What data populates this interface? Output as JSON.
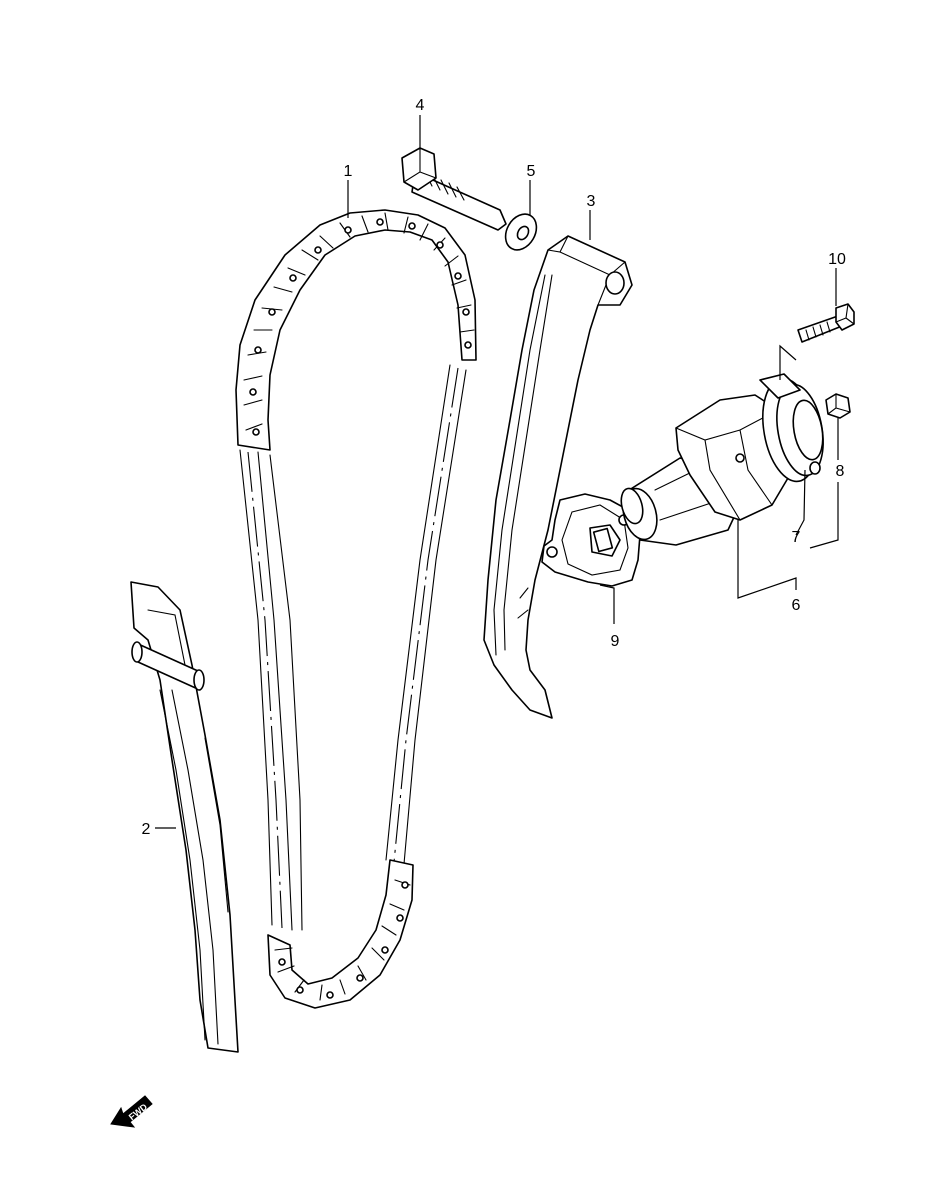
{
  "diagram": {
    "callouts": [
      {
        "key": "chain",
        "label": "1"
      },
      {
        "key": "chain-guide",
        "label": "2"
      },
      {
        "key": "tensioner-arm",
        "label": "3"
      },
      {
        "key": "pivot-bolt",
        "label": "4"
      },
      {
        "key": "washer",
        "label": "5"
      },
      {
        "key": "tensioner-assembly",
        "label": "6"
      },
      {
        "key": "gasket-plate",
        "label": "7"
      },
      {
        "key": "cap-bolt",
        "label": "8"
      },
      {
        "key": "gasket",
        "label": "9"
      },
      {
        "key": "mounting-bolt",
        "label": "10"
      }
    ],
    "direction_badge": "FWD"
  }
}
